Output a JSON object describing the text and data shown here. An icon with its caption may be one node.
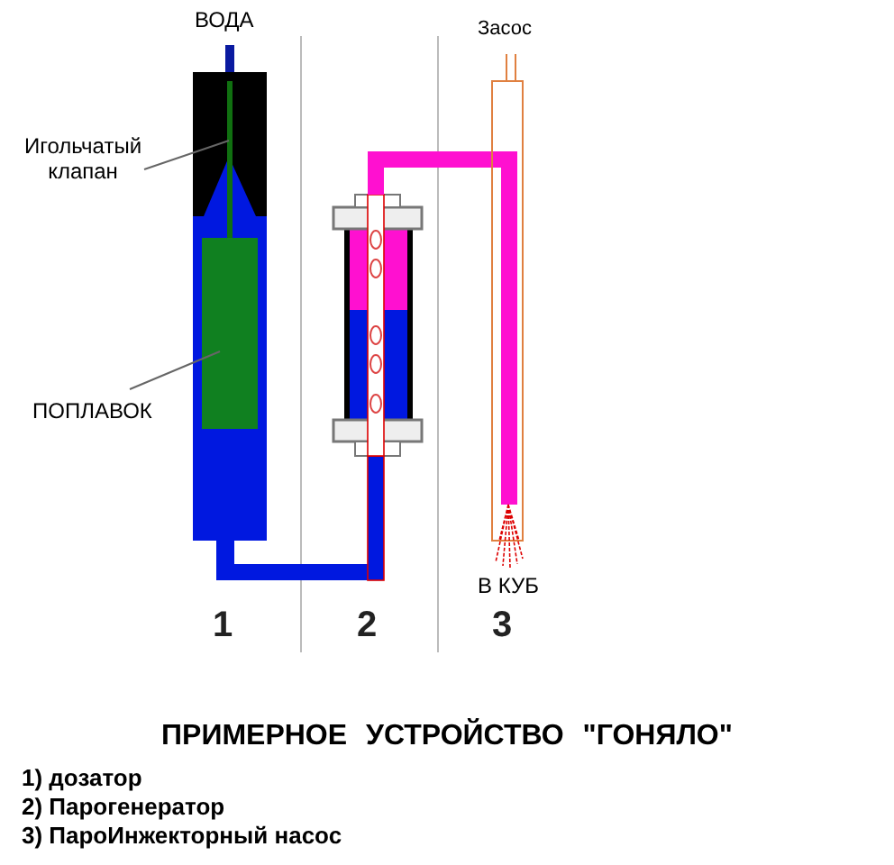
{
  "diagram": {
    "title": "ПРИМЕРНОЕ УСТРОЙСТВО \"ГОНЯЛО\"",
    "nodes": [
      {
        "text": [
          "Игольчатый клапан"
        ]
      },
      {
        "text": [],
        "shape": "bar"
      },
      {
        "text": [
          "ПОПЛАВОК"
        ]
      },
      {
        "text": [],
        "shape": "box"
      }
    ],
    "edges": [
      {
        "from": 0,
        "to": 1,
        "arrow": "none"
      },
      {
        "from": 2,
        "to": 3,
        "arrow": "none"
      }
    ],
    "labels": [
      "ВОДА",
      "Засос",
      "В КУБ",
      "1",
      "2",
      "3",
      "1) дозатор",
      "2) Парогенератор",
      "3) ПароИнжекторный насос"
    ]
  }
}
